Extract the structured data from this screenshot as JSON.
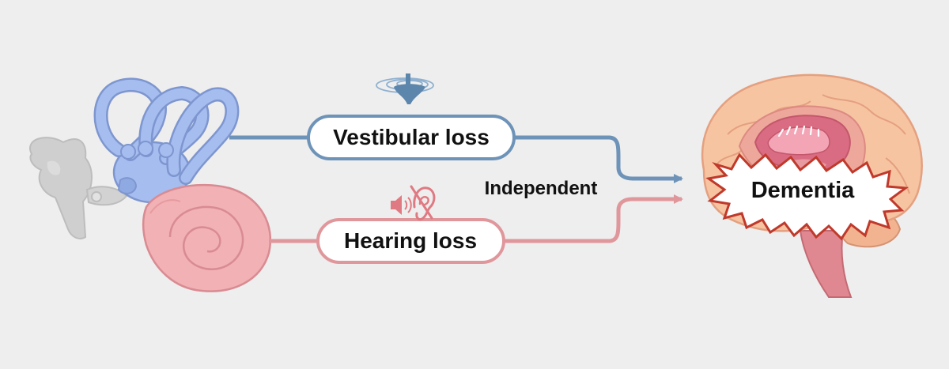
{
  "labels": {
    "vestibular": "Vestibular loss",
    "hearing": "Hearing loss",
    "independent": "Independent",
    "dementia": "Dementia"
  },
  "icons": {
    "vestibular": "spinning-top-icon",
    "hearing": "muted-ear-icon"
  },
  "colors": {
    "background": "#eeeeee",
    "vestibular_path": "#6e93b8",
    "hearing_path": "#e0979c",
    "vestibular_organ": "#a6bdf0",
    "cochlea": "#f1b1b5",
    "brain": "#f7c4a2",
    "dementia_burst": "#c0392b"
  }
}
